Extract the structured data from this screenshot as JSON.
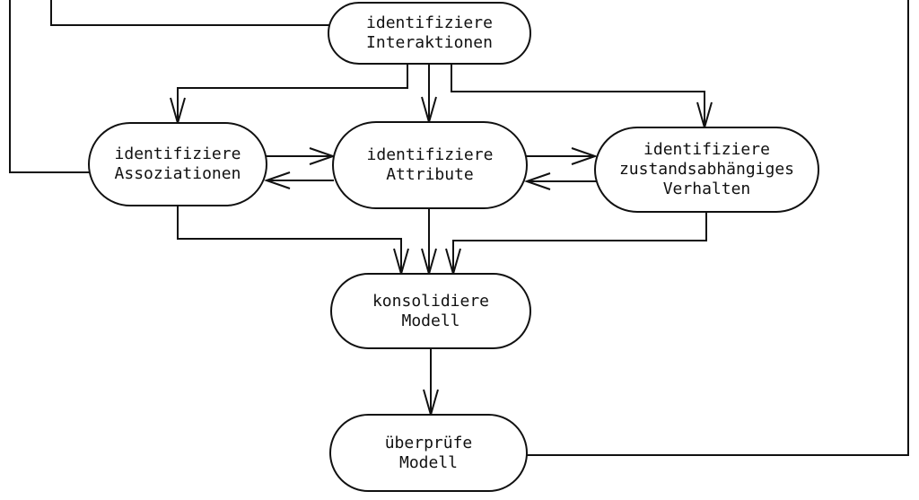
{
  "diagram": {
    "language": "de",
    "colors": {
      "line": "#111111",
      "node_fill": "#ffffff",
      "background": "#ffffff",
      "text": "#111111"
    },
    "nodes": {
      "interaktionen": {
        "lines": [
          "identifiziere",
          "Interaktionen"
        ]
      },
      "assoziationen": {
        "lines": [
          "identifiziere",
          "Assoziationen"
        ]
      },
      "attribute": {
        "lines": [
          "identifiziere",
          "Attribute"
        ]
      },
      "verhalten": {
        "lines": [
          "identifiziere",
          "zustandsabhängiges",
          "Verhalten"
        ]
      },
      "konsolidiere": {
        "lines": [
          "konsolidiere",
          "Modell"
        ]
      },
      "ueberpruefe": {
        "lines": [
          "überprüfe",
          "Modell"
        ]
      }
    },
    "edges": [
      "assoziationen -> top-left (off-screen)",
      "top-left (off-screen) -> interaktionen",
      "interaktionen -> assoziationen",
      "interaktionen -> attribute",
      "interaktionen -> verhalten",
      "assoziationen <-> attribute",
      "attribute <-> verhalten",
      "assoziationen -> konsolidiere",
      "attribute -> konsolidiere",
      "verhalten -> konsolidiere",
      "konsolidiere -> ueberpruefe",
      "ueberpruefe -> top-right (off-screen)"
    ]
  }
}
